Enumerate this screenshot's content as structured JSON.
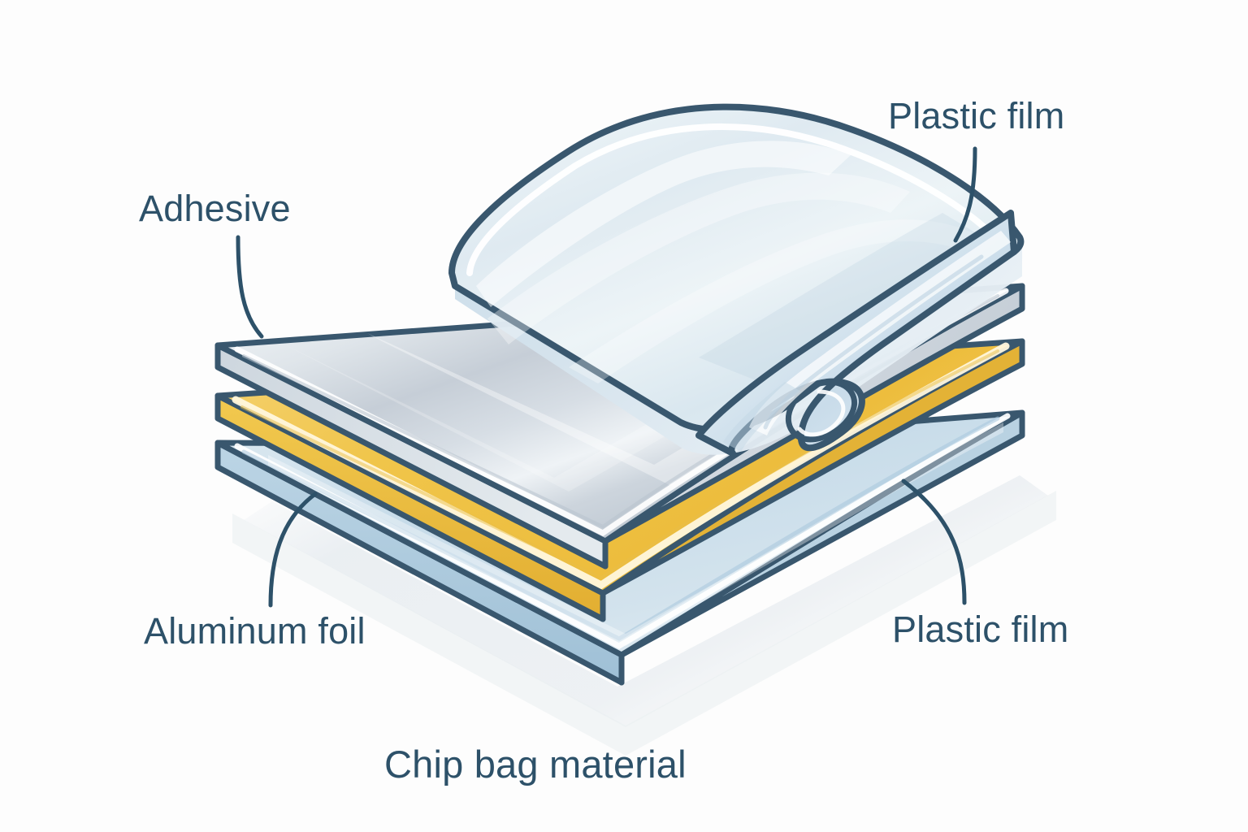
{
  "diagram": {
    "title": "Chip bag material",
    "subject": "cross-section of laminated chip bag film",
    "style": "isometric exploded layer diagram",
    "background_color": "#fdfdfd",
    "ink_color": "#2d5169",
    "outline_color": "#39576e"
  },
  "caption": {
    "text": "Chip bag material"
  },
  "labels": {
    "plastic_film_top": "Plastic film",
    "adhesive": "Adhesive",
    "aluminum_foil": "Aluminum foil",
    "plastic_film_bottom": "Plastic film"
  },
  "layers": [
    {
      "id": "plastic-film-top",
      "name": "Plastic film",
      "order": 1,
      "position": "top",
      "color": "#dde9f0",
      "edge_color": "#a9c6da",
      "appearance": "translucent glossy sheet, peeled up and curled at the right edge",
      "label": "Plastic film"
    },
    {
      "id": "aluminum-foil",
      "name": "Aluminum foil",
      "order": 2,
      "position": "second",
      "color": "#c9d2da",
      "highlight_color": "#f2f5f8",
      "edge_color": "#b7c3cd",
      "appearance": "metallic silver sheet with specular sheen bands",
      "label": "Aluminum foil"
    },
    {
      "id": "adhesive",
      "name": "Adhesive",
      "order": 3,
      "position": "third",
      "color": "#f0c54a",
      "highlight_color": "#fdf3cf",
      "edge_color": "#e0b03a",
      "appearance": "golden amber adhesive layer",
      "label": "Adhesive"
    },
    {
      "id": "plastic-film-bottom",
      "name": "Plastic film",
      "order": 4,
      "position": "bottom",
      "color": "#cfe0ea",
      "edge_color": "#9dbed4",
      "appearance": "pale blue translucent base sheet with softly waved front edge",
      "label": "Plastic film"
    }
  ],
  "leader_lines": [
    {
      "from": "Plastic film",
      "to": "plastic-film-top",
      "side": "right-top"
    },
    {
      "from": "Adhesive",
      "to": "adhesive",
      "side": "left-top"
    },
    {
      "from": "Aluminum foil",
      "to": "aluminum-foil",
      "side": "left-bottom"
    },
    {
      "from": "Plastic film",
      "to": "plastic-film-bottom",
      "side": "right-bottom"
    }
  ],
  "colors": {
    "ink": "#2d5169",
    "outline": "#39576e",
    "gold": "#f0c54a",
    "silver": "#c9d2da",
    "film_blue": "#cfe0ea",
    "shadow": "#e7ecef",
    "background": "#fdfdfd"
  }
}
